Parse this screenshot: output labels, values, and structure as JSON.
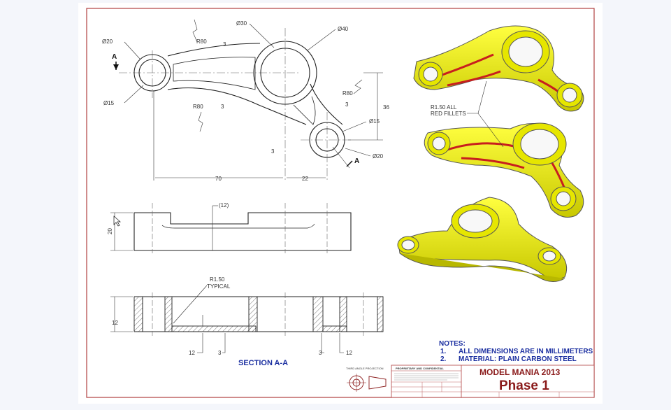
{
  "dimensions": {
    "top_dia20_left": "Ø20",
    "top_dia30": "Ø30",
    "top_dia40": "Ø40",
    "top_dia15_left": "Ø15",
    "top_dia15_right": "Ø15",
    "top_dia20_right": "Ø20",
    "r80_top": "R80",
    "r80_left": "R80",
    "r80_right": "R80",
    "t3_a": "3",
    "t3_b": "3",
    "t3_c": "3",
    "t3_d": "3",
    "h36": "36",
    "l70": "70",
    "l22": "22",
    "front_12": "(12)",
    "front_20": "20",
    "r150": "R1.50",
    "typical": "TYPICAL",
    "sec_12_left": "12",
    "sec_12_bl": "12",
    "sec_3_bl": "3",
    "sec_3_br": "3",
    "sec_12_br": "12"
  },
  "labels": {
    "section_a_left": "A",
    "section_a_right": "A",
    "section_title": "SECTION A-A",
    "fillet_note_1": "R1.50 ALL",
    "fillet_note_2": "RED FILLETS"
  },
  "notes": {
    "title": "NOTES:",
    "n1_num": "1.",
    "n1": "ALL DIMENSIONS ARE IN MILLIMETERS",
    "n2_num": "2.",
    "n2": "MATERIAL: PLAIN CARBON STEEL"
  },
  "title_block": {
    "projection": "THIRD ANGLE PROJECTION",
    "proprietary": "PROPRIETARY AND CONFIDENTIAL",
    "title": "MODEL MANIA 2013",
    "subtitle": "Phase 1"
  },
  "colors": {
    "ink": "#222222",
    "annotation_blue": "#1a2ea0",
    "part_yellow": "#f2f200",
    "fillet_red": "#c81e1e",
    "frame_red": "#b04040"
  }
}
